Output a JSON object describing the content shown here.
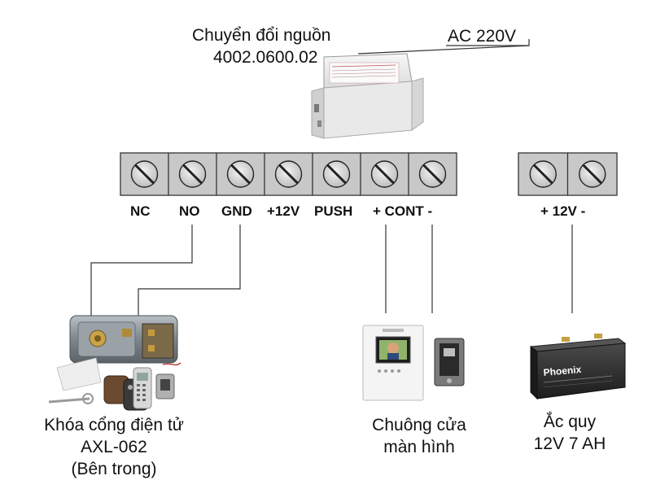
{
  "power_supply": {
    "title_line1": "Chuyển đổi nguồn",
    "title_line2": "4002.0600.02",
    "ac_label": "AC 220V"
  },
  "main_terminal_labels": [
    "NC",
    "NO",
    "GND",
    "+12V",
    "PUSH",
    "+ CONT -"
  ],
  "battery_terminal_label": "+ 12V -",
  "lock": {
    "caption_line1": "Khóa cổng điện tử",
    "caption_line2": "AXL-062",
    "caption_line3": "(Bên trong)"
  },
  "doorbell": {
    "caption_line1": "Chuông cửa",
    "caption_line2": "màn hình"
  },
  "battery": {
    "brand": "Phoenix",
    "caption_line1": "Ắc quy",
    "caption_line2": "12V 7 AH"
  },
  "colors": {
    "terminal_fill": "#c8c8c8",
    "wire": "#333333",
    "lock_body": "#8a939a",
    "battery_body": "#2b2b2b"
  }
}
